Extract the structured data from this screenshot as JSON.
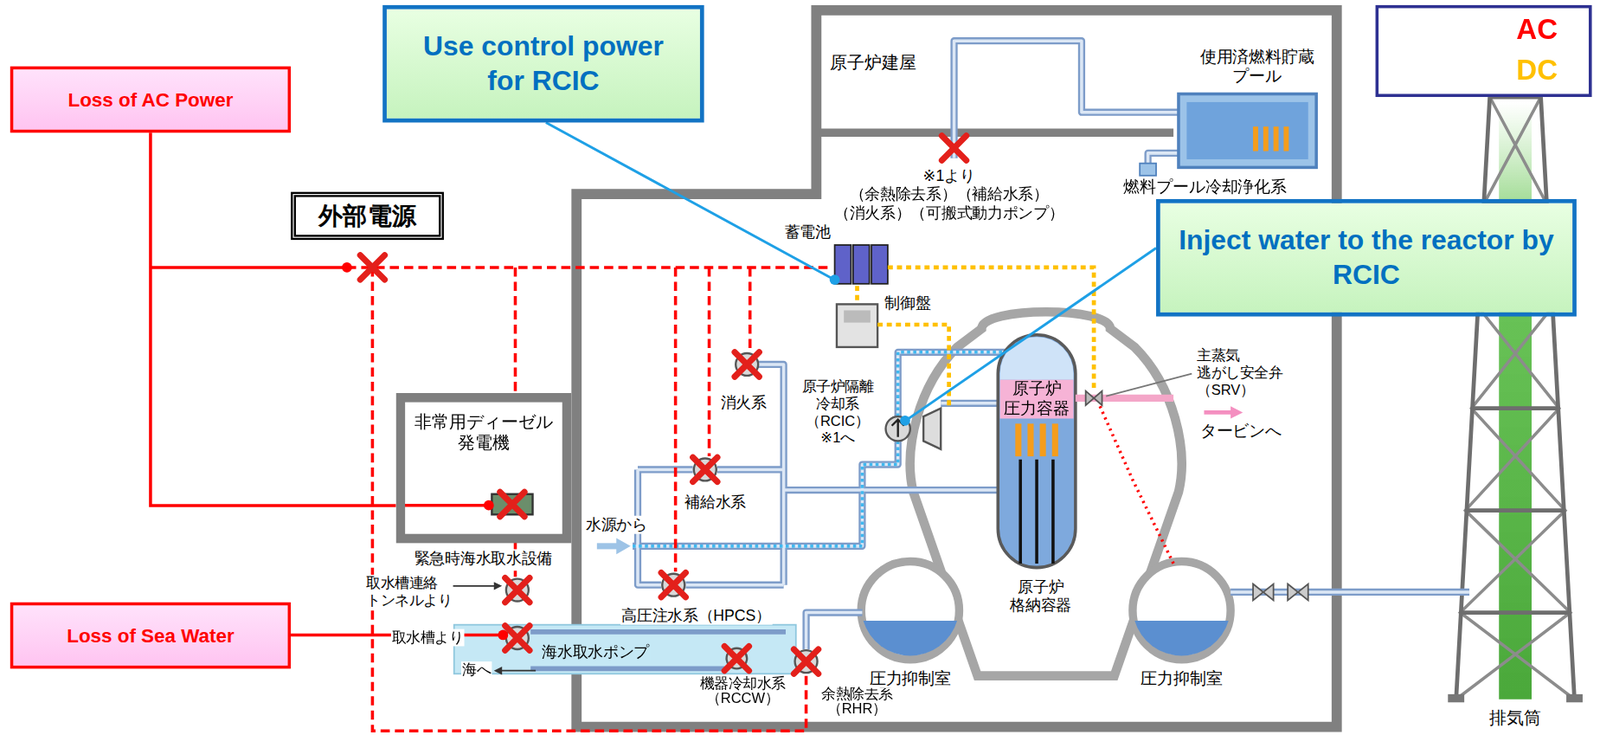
{
  "diagram": {
    "nodes": [
      {
        "text": [
          "Loss of AC Power"
        ]
      },
      {
        "text": [
          "Use control power for RCIC"
        ]
      },
      {
        "text": [
          "外部電源"
        ]
      },
      {
        "text": [
          "Inject water to the reactor by RCIC"
        ]
      },
      {
        "text": [
          "非常用ディーゼル 発電機"
        ]
      },
      {
        "text": [
          "Loss of Sea Water"
        ]
      }
    ],
    "edges": [
      {
        "from": 0,
        "to": 4,
        "arrow": "none"
      }
    ],
    "labels": [
      "原子炉建屋",
      "使用済燃料貯蔵 プール",
      "※1より",
      "（余熱除去系）（補給水系）",
      "（消火系）（可搬式動力ポンプ）",
      "燃料プール冷却浄化系",
      "蓄電池",
      "制御盤",
      "主蒸気 逃がし安全弁 （SRV）",
      "タービンへ",
      "消火系",
      "原子炉隔離 冷却系 （RCIC） ※1へ",
      "原子炉 圧力容器",
      "補給水系",
      "水源から",
      "緊急時海水取水設備",
      "取水槽連絡 トンネルより",
      "取水槽より",
      "海へ",
      "海水取水ポンプ",
      "高圧注水系（HPCS）",
      "機器冷却水系 （RCCW）",
      "余熱除去系 （RHR）",
      "原子炉 格納容器",
      "圧力抑制室",
      "圧力抑制室",
      "排気筒"
    ],
    "legend": [
      {
        "text": "AC"
      },
      {
        "text": "DC"
      }
    ]
  }
}
